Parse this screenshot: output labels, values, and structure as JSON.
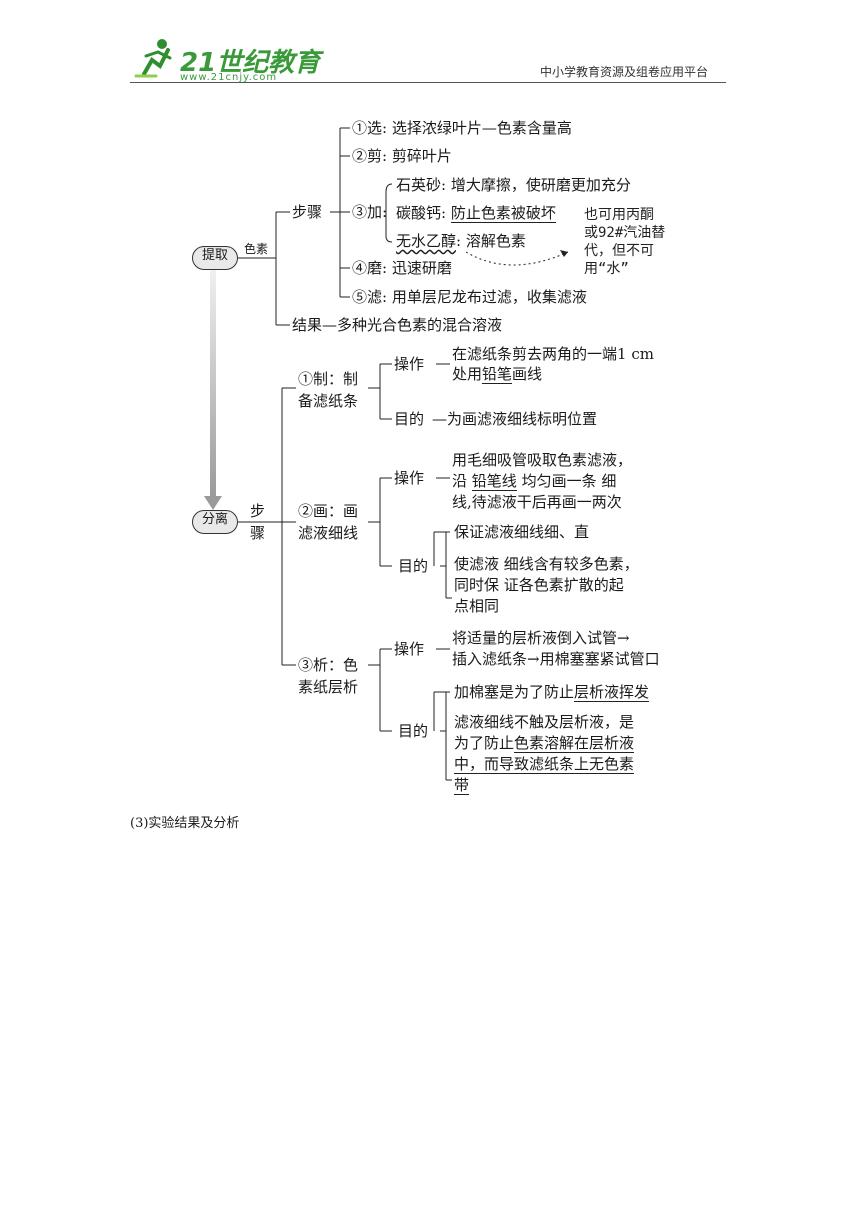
{
  "header": {
    "logo_text": "21世纪教育",
    "logo_url": "www.21cnjy.com",
    "right_text": "中小学教育资源及组卷应用平台"
  },
  "extract": {
    "node": "提取",
    "pigment": "色素",
    "steps_label": "步骤",
    "s1": "①选: 选择浓绿叶片—色素含量高",
    "s2": "②剪: 剪碎叶片",
    "s3": "③加:",
    "s3a": "石英砂: 增大摩擦，使研磨更加充分",
    "s3b_pre": "碳酸钙: ",
    "s3b_ul": "防止色素被破坏",
    "s3c_ul": "无水乙醇",
    "s3c_post": ": 溶解色素",
    "note_l1": "也可用丙酮",
    "note_l2": "或92#汽油替",
    "note_l3": "代，但不可",
    "note_l4": "用“水”",
    "s4": "④磨: 迅速研磨",
    "s5": "⑤滤: 用单层尼龙布过滤，收集滤液",
    "result": "结果—多种光合色素的混合溶液"
  },
  "separate": {
    "node": "分离",
    "steps_l1": "步",
    "steps_l2": "骤",
    "make_l1": "①制：制",
    "make_l2": "备滤纸条",
    "op": "操作",
    "purpose": "目的",
    "make_op_l1": "在滤纸条剪去两角的一端1 cm",
    "make_op_l2_pre": "处用",
    "make_op_l2_ul": "铅笔",
    "make_op_l2_post": "画线",
    "make_purpose": "—为画滤液细线标明位置",
    "draw_l1": "②画：画",
    "draw_l2": "滤液细线",
    "draw_op_l1": "用毛细吸管吸取色素滤液，",
    "draw_op_l2_pre": "沿 ",
    "draw_op_l2_ul": "铅笔线",
    "draw_op_l2_post": " 均匀画一条 细",
    "draw_op_l3": "线,待滤液干后再画一两次",
    "draw_p1": "保证滤液细线细、直",
    "draw_p2_l1": "使滤液 细线含有较多色素，",
    "draw_p2_l2": "同时保 证各色素扩散的起",
    "draw_p2_l3": "点相同",
    "analyze_l1": "③析：色",
    "analyze_l2": "素纸层析",
    "analyze_op_l1": "将适量的层析液倒入试管→",
    "analyze_op_l2": "插入滤纸条→用棉塞塞紧试管口",
    "analyze_p1_pre": "加棉塞是为了防止",
    "analyze_p1_ul": "层析液挥发",
    "analyze_p2_l1": "滤液细线不触及层析液，是",
    "analyze_p2_l2_pre": "为了防止",
    "analyze_p2_l2_ul": "色素溶解在层析液",
    "analyze_p2_l3_ul": "中，而导致滤纸条上无色素",
    "analyze_p2_l4_ul": "带"
  },
  "footer": {
    "section_title": "(3)实验结果及分析"
  }
}
